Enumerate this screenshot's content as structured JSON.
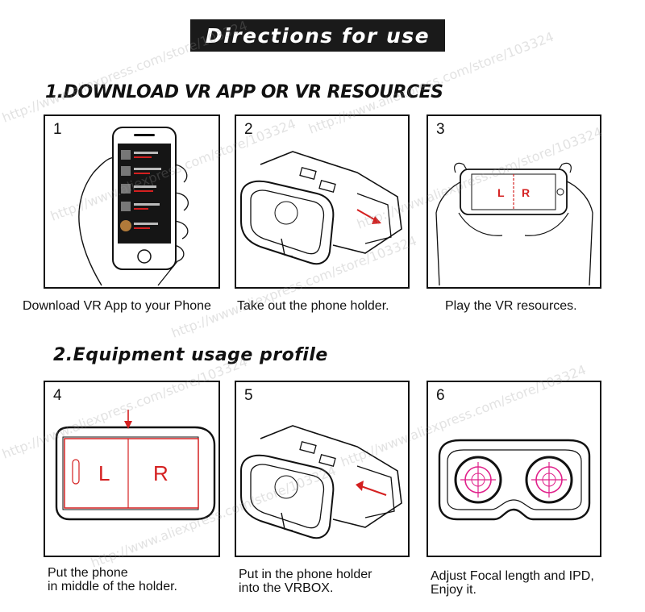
{
  "banner": {
    "title": "Directions for use"
  },
  "sections": [
    {
      "title": "1.DOWNLOAD VR APP OR VR RESOURCES"
    },
    {
      "title": "2.Equipment usage profile"
    }
  ],
  "steps": [
    {
      "number": "1",
      "caption": [
        "Download VR App to your Phone"
      ]
    },
    {
      "number": "2",
      "caption": [
        "Take out the phone holder."
      ]
    },
    {
      "number": "3",
      "caption": [
        "Play the VR resources."
      ],
      "screen_left": "L",
      "screen_right": "R"
    },
    {
      "number": "4",
      "caption": [
        "Put the phone",
        "in middle of the holder."
      ],
      "screen_left": "L",
      "screen_right": "R"
    },
    {
      "number": "5",
      "caption": [
        "Put in the phone holder",
        "into the VRBOX."
      ]
    },
    {
      "number": "6",
      "caption": [
        "Adjust Focal length and IPD,",
        "Enjoy it."
      ]
    }
  ],
  "watermark": {
    "text": "http://www.aliexpress.com/store/103324"
  },
  "colors": {
    "accent_red": "#d42020",
    "lens_pink": "#e0208a",
    "banner_bg": "#1a1a1a"
  }
}
